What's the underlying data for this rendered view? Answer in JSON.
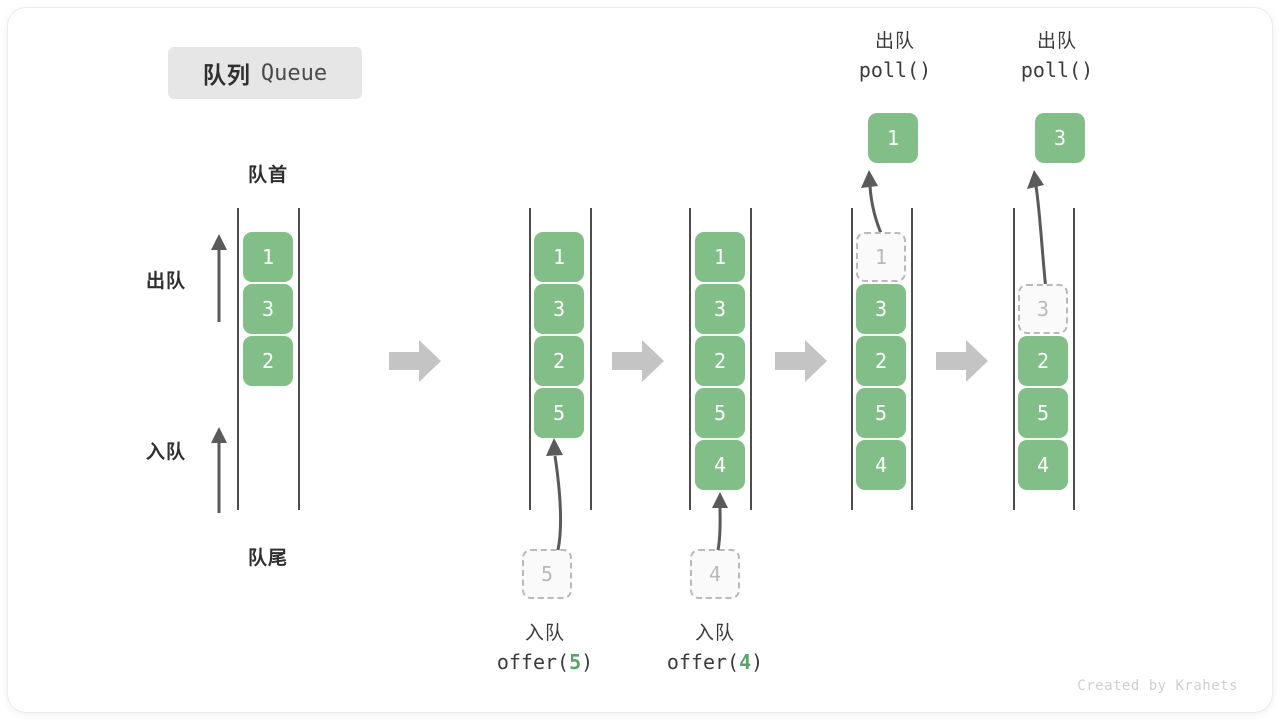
{
  "title": {
    "cn": "队列",
    "en": "Queue"
  },
  "labels": {
    "front": "队首",
    "rear": "队尾",
    "dequeue": "出队",
    "enqueue": "入队"
  },
  "colors": {
    "element": "#82bf88",
    "element_text": "#ffffff",
    "ghost_border": "#b9b9b9",
    "ghost_text": "#b9b9b9",
    "rail": "#4d4d4d",
    "flow_arrow": "#c4c4c4",
    "accent_code": "#5aa469",
    "title_chip_bg": "#e6e6e6"
  },
  "side_arrows": [
    {
      "name": "dequeue-direction-arrow",
      "label": "出队"
    },
    {
      "name": "enqueue-direction-arrow",
      "label": "入队"
    }
  ],
  "stages": [
    {
      "id": "initial",
      "cells": [
        {
          "value": "1",
          "state": "solid"
        },
        {
          "value": "3",
          "state": "solid"
        },
        {
          "value": "2",
          "state": "solid"
        }
      ]
    },
    {
      "id": "after-offer-5",
      "cells": [
        {
          "value": "1",
          "state": "solid"
        },
        {
          "value": "3",
          "state": "solid"
        },
        {
          "value": "2",
          "state": "solid"
        },
        {
          "value": "5",
          "state": "solid"
        }
      ],
      "incoming": {
        "value": "5",
        "state": "ghost"
      },
      "caption": {
        "cn": "入队",
        "fn": "offer(",
        "arg": "5",
        "close": ")"
      }
    },
    {
      "id": "after-offer-4",
      "cells": [
        {
          "value": "1",
          "state": "solid"
        },
        {
          "value": "3",
          "state": "solid"
        },
        {
          "value": "2",
          "state": "solid"
        },
        {
          "value": "5",
          "state": "solid"
        },
        {
          "value": "4",
          "state": "solid"
        }
      ],
      "incoming": {
        "value": "4",
        "state": "ghost"
      },
      "caption": {
        "cn": "入队",
        "fn": "offer(",
        "arg": "4",
        "close": ")"
      }
    },
    {
      "id": "after-poll-1",
      "cells": [
        {
          "value": "1",
          "state": "ghost"
        },
        {
          "value": "3",
          "state": "solid"
        },
        {
          "value": "2",
          "state": "solid"
        },
        {
          "value": "5",
          "state": "solid"
        },
        {
          "value": "4",
          "state": "solid"
        }
      ],
      "outgoing": {
        "value": "1",
        "state": "solid"
      },
      "caption": {
        "cn": "出队",
        "fn": "poll()"
      }
    },
    {
      "id": "after-poll-3",
      "cells": [
        {
          "value": "3",
          "state": "ghost"
        },
        {
          "value": "2",
          "state": "solid"
        },
        {
          "value": "5",
          "state": "solid"
        },
        {
          "value": "4",
          "state": "solid"
        }
      ],
      "outgoing": {
        "value": "3",
        "state": "solid"
      },
      "caption": {
        "cn": "出队",
        "fn": "poll()"
      }
    }
  ],
  "flow_arrow_count": 4,
  "watermark": "Created by Krahets"
}
